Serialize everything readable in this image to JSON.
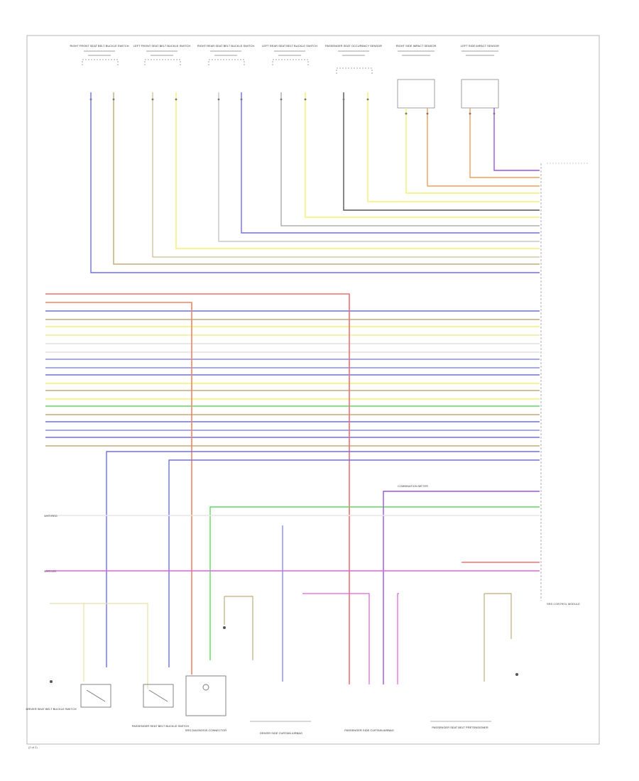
{
  "colors": {
    "blue": "#6f6ff2",
    "tan": "#c2ac78",
    "yellow": "#f5f070",
    "dark": "#555555",
    "orange": "#f4a05a",
    "violet": "#9a55dd",
    "red": "#f07070",
    "salmon": "#f08560",
    "green": "#60d860",
    "magenta": "#e060e0",
    "lightgray": "#c8c8c8"
  },
  "top_components": [
    {
      "id": "c1",
      "label": "RIGHT FRONT SEAT BELT BUCKLE SWITCH"
    },
    {
      "id": "c2",
      "label": "LEFT FRONT SEAT BELT BUCKLE SWITCH"
    },
    {
      "id": "c3",
      "label": "RIGHT REAR SEAT BELT BUCKLE SWITCH"
    },
    {
      "id": "c4",
      "label": "LEFT REAR SEAT BELT BUCKLE SWITCH"
    },
    {
      "id": "c5",
      "label": "PASSENGER SEAT OCCUPANCY SENSOR"
    },
    {
      "id": "c6",
      "label": "RIGHT SIDE IMPACT SENSOR"
    },
    {
      "id": "c7",
      "label": "LEFT SIDE IMPACT SENSOR"
    }
  ],
  "left_labels": {
    "b_top": "WHT/RED",
    "b_bottom": "WHT/VIO"
  },
  "connector_note": "COMBINATION METER",
  "bottom_components": [
    {
      "id": "s1",
      "label": "DRIVER SEAT BELT BUCKLE SWITCH"
    },
    {
      "id": "s2",
      "label": "PASSENGER SEAT BELT BUCKLE SWITCH"
    },
    {
      "id": "s3",
      "label": "SRS DIAGNOSIS CONNECTOR"
    },
    {
      "id": "s4",
      "label": "DRIVER SIDE CURTAIN AIRBAG"
    },
    {
      "id": "s5",
      "label": "PASSENGER SIDE CURTAIN AIRBAG"
    },
    {
      "id": "s6",
      "label": "PASSENGER SEAT BELT PRETENSIONER"
    }
  ],
  "module_label": "SRS CONTROL MODULE",
  "footer": "(2 of 2)"
}
